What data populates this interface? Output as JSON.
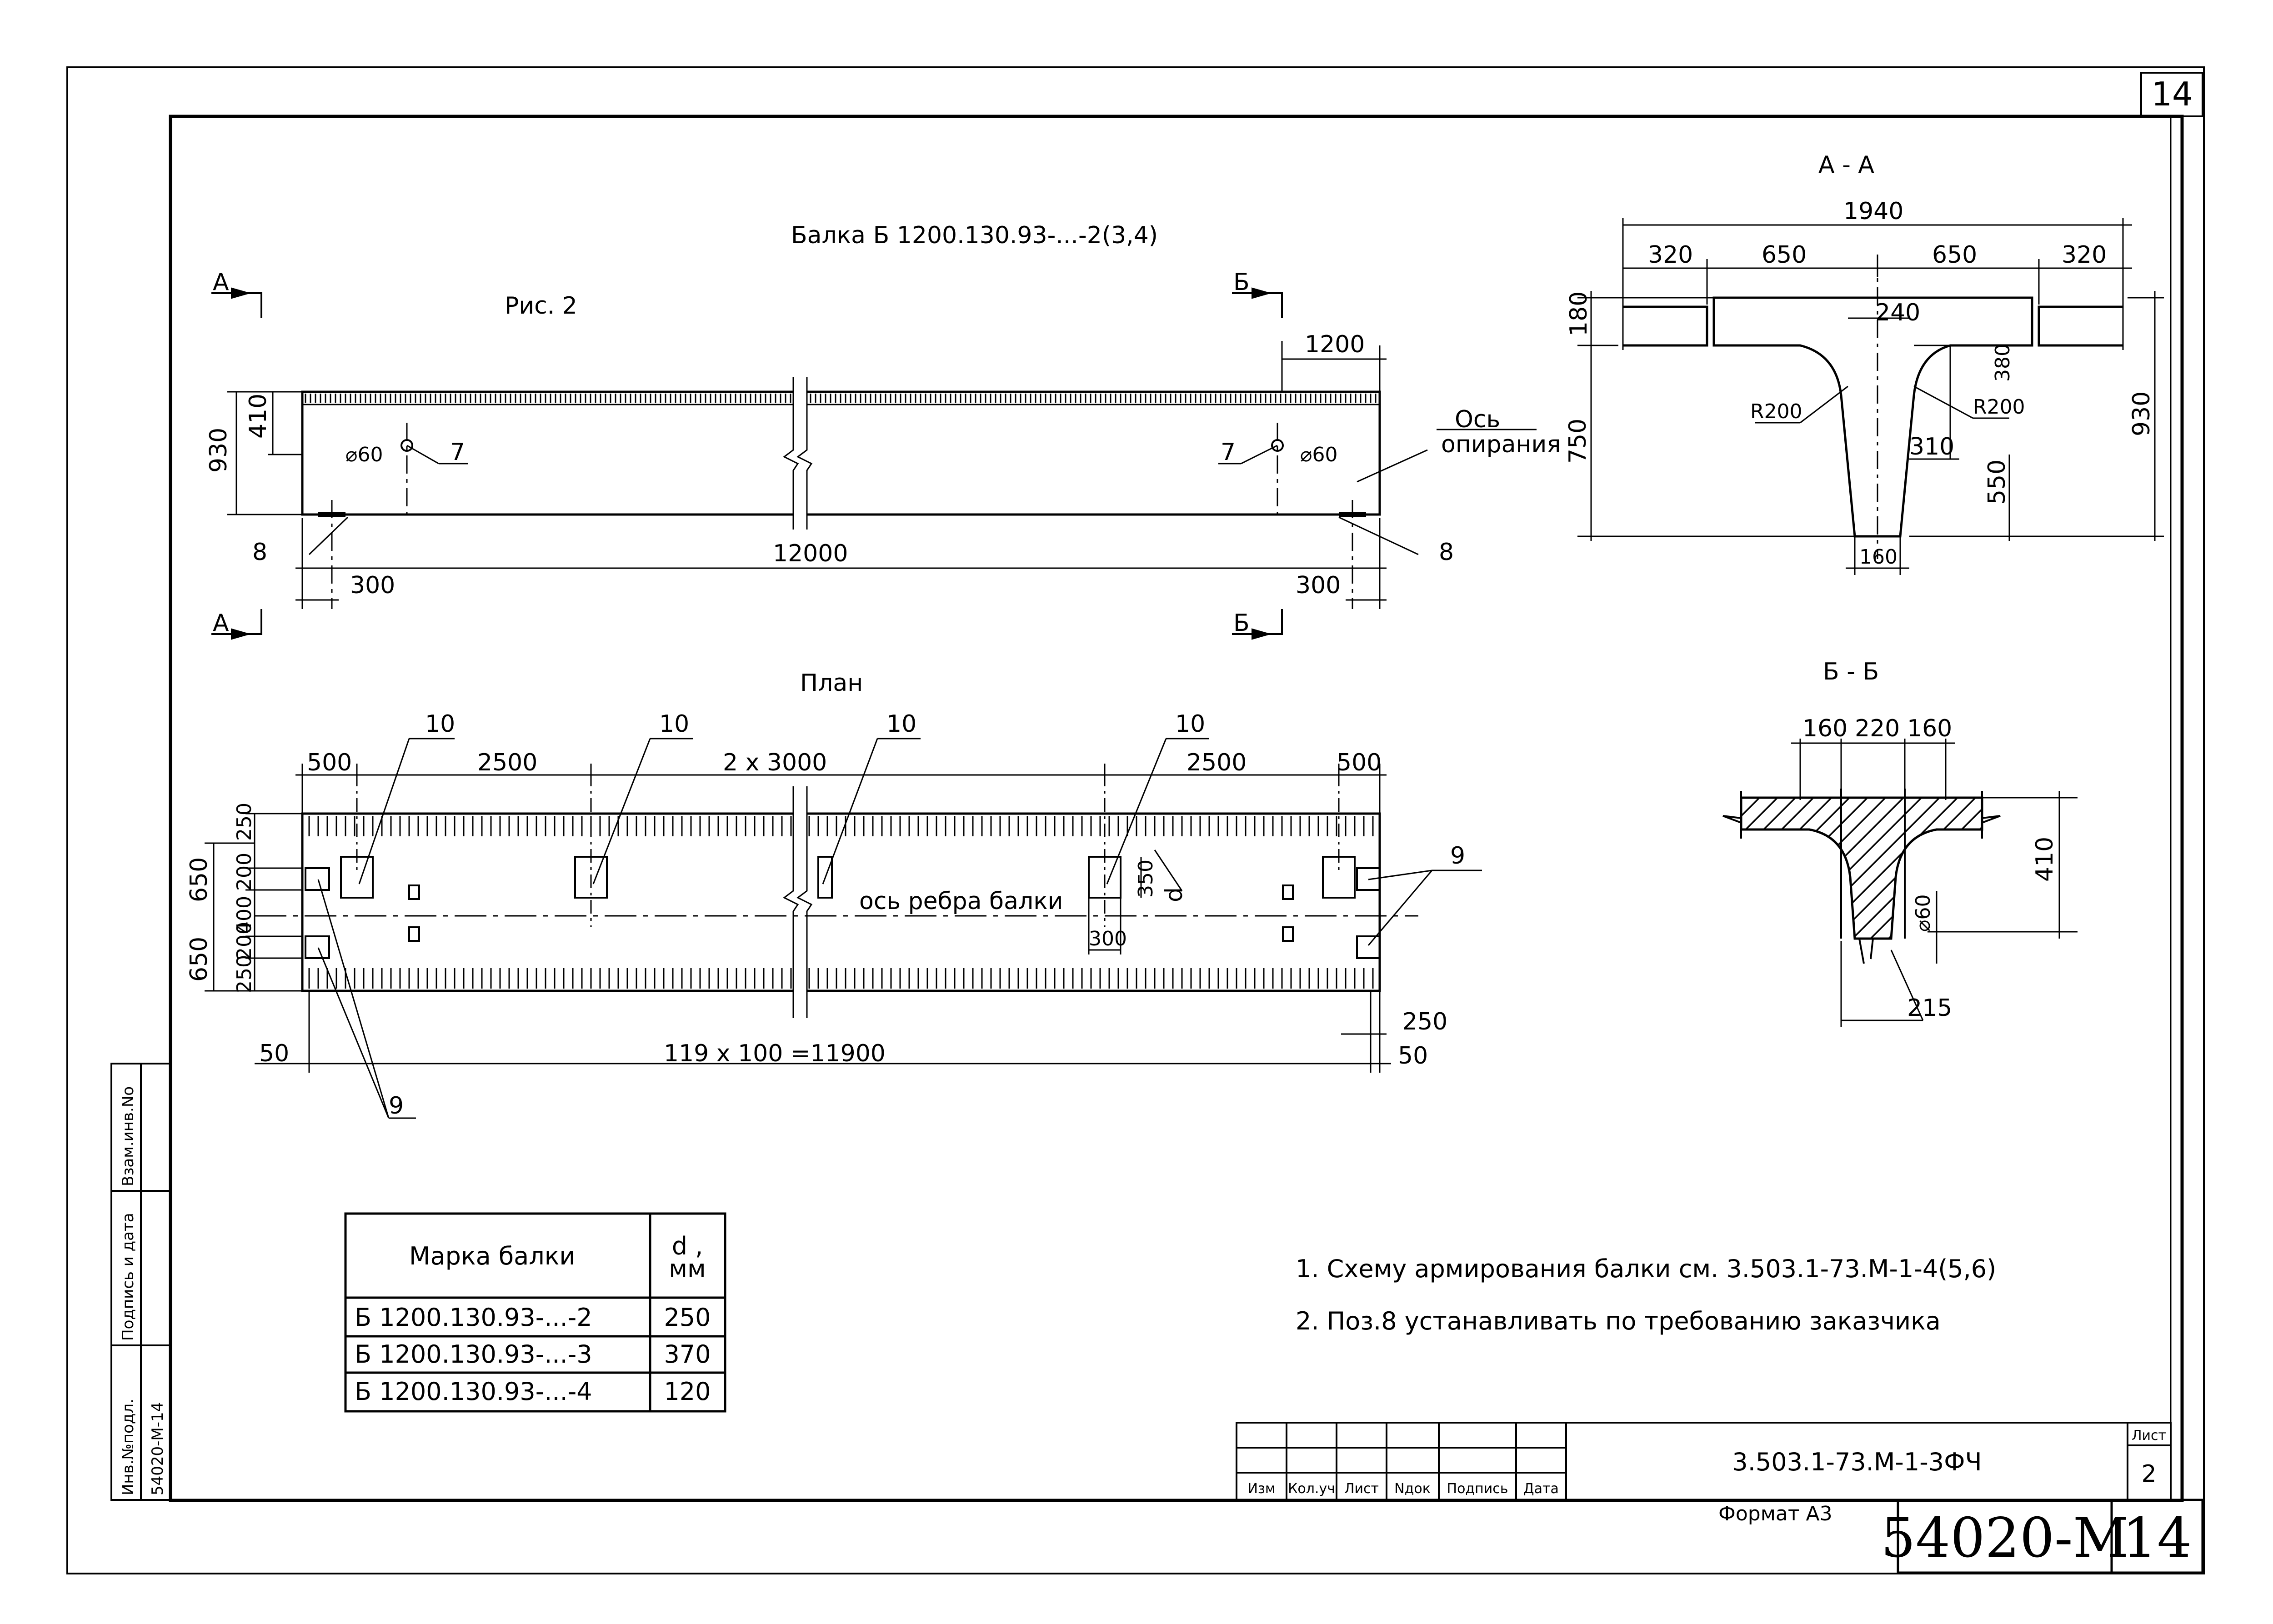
{
  "sheet": {
    "corner_number": "14",
    "format_label": "Формат А3",
    "archive_code": "54020-М",
    "archive_sheet": "14"
  },
  "title_block": {
    "designation": "3.503.1-73.М-1-3ФЧ",
    "sheet_label": "Лист",
    "sheet_value": "2",
    "columns": [
      "Изм",
      "Кол.уч",
      "Лист",
      "Nдок",
      "Подпись",
      "Дата"
    ]
  },
  "side_stamp": {
    "labels": [
      "Инв.№подл.",
      "Подпись и дата",
      "Взам.инв.No"
    ],
    "value": "54020-М-14"
  },
  "elevation": {
    "title": "Балка Б 1200.130.93-...-2(3,4)",
    "figure": "Рис. 2",
    "section_a": "А",
    "section_b": "Б",
    "dims": {
      "height": "930",
      "flange": "410",
      "span": "12000",
      "left_support": "300",
      "right_support": "300",
      "right_flange": "1200",
      "hole_left": "⌀60",
      "hole_right": "⌀60"
    },
    "labels": {
      "pos7_left": "7",
      "pos7_right": "7",
      "pos8_left": "8",
      "pos8_right": "8",
      "axis_line1": "Ось",
      "axis_line2": "опирания"
    }
  },
  "plan": {
    "title": "План",
    "dims": {
      "d500_left": "500",
      "d2500_left": "2500",
      "d2x3000": "2 x 3000",
      "d2500_right": "2500",
      "d500_right": "500",
      "v250_top": "250",
      "v650_top": "650",
      "v200_top": "200",
      "v400": "400",
      "v650_bot": "650",
      "v200_bot": "200",
      "v250_bot": "250",
      "d50_left": "50",
      "d_total": "119 x 100 =11900",
      "d250_right": "250",
      "d50_right": "50",
      "d350": "350",
      "d300": "300",
      "d_letter": "d"
    },
    "labels": {
      "pos10_1": "10",
      "pos10_2": "10",
      "pos10_3": "10",
      "pos10_4": "10",
      "pos9_right": "9",
      "pos9_left": "9",
      "axis": "ось ребра балки"
    }
  },
  "section_aa": {
    "title": "А - А",
    "dims": {
      "total": "1940",
      "s320_left": "320",
      "s650_left": "650",
      "s650_right": "650",
      "s320_right": "320",
      "h180": "180",
      "w240": "240",
      "r200_left": "R200",
      "r200_right": "R200",
      "h380": "380",
      "w310": "310",
      "h750": "750",
      "h550": "550",
      "h930": "930",
      "w160": "160"
    }
  },
  "section_bb": {
    "title": "Б - Б",
    "dims": {
      "w160_left": "160",
      "w220": "220",
      "w160_right": "160",
      "h410": "410",
      "hole": "⌀60",
      "w215": "215"
    }
  },
  "table": {
    "headers": [
      "Марка балки",
      "d ,\nмм"
    ],
    "rows": [
      {
        "mark": "Б 1200.130.93-...-2",
        "d": "250"
      },
      {
        "mark": "Б 1200.130.93-...-3",
        "d": "370"
      },
      {
        "mark": "Б 1200.130.93-...-4",
        "d": "120"
      }
    ]
  },
  "notes": [
    "1. Схему армирования балки см. 3.503.1-73.М-1-4(5,6)",
    "2. Поз.8 устанавливать по требованию заказчика"
  ]
}
